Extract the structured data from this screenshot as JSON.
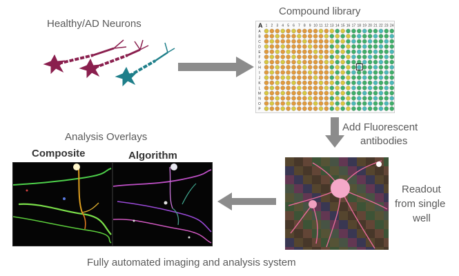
{
  "labels": {
    "neurons": "Healthy/AD Neurons",
    "library": "Compound library",
    "add_antibodies_1": "Add Fluorescent",
    "add_antibodies_2": "antibodies",
    "analysis_overlays": "Analysis Overlays",
    "composite": "Composite",
    "algorithm": "Algorithm",
    "readout_1": "Readout",
    "readout_2": "from single",
    "readout_3": "well",
    "caption": "Fully automated imaging and analysis system"
  },
  "plate": {
    "corner": "A",
    "columns": [
      "1",
      "2",
      "3",
      "4",
      "5",
      "6",
      "7",
      "8",
      "9",
      "10",
      "11",
      "12",
      "13",
      "14",
      "15",
      "16",
      "17",
      "18",
      "19",
      "20",
      "21",
      "22",
      "23",
      "24"
    ],
    "rows": [
      "A",
      "B",
      "C",
      "D",
      "E",
      "F",
      "G",
      "H",
      "I",
      "J",
      "K",
      "L",
      "M",
      "N",
      "O",
      "P"
    ]
  },
  "colors": {
    "neuron_magenta": "#8a1f4e",
    "neuron_teal": "#1f7f8a",
    "arrow_gray": "#8c8c8c",
    "plate_orange": "#e09a3c",
    "plate_yellow": "#d8c640",
    "plate_green": "#3fae6a",
    "plate_cyan": "#4bb8b8"
  }
}
